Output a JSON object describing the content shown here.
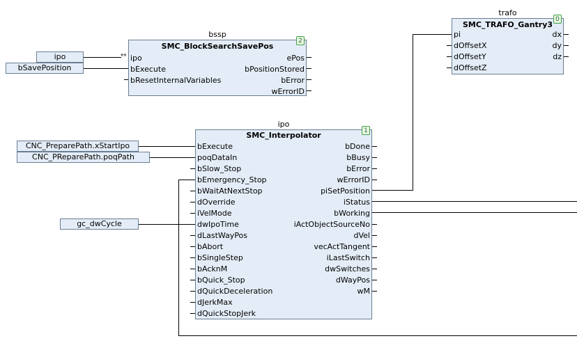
{
  "blocks": {
    "bssp": {
      "instance": "bssp",
      "type": "SMC_BlockSearchSavePos",
      "order": "2",
      "inputs": [
        "ipo",
        "bExecute",
        "bResetInternalVariables"
      ],
      "outputs": [
        "ePos",
        "bPositionStored",
        "bError",
        "wErrorID"
      ]
    },
    "trafo": {
      "instance": "trafo",
      "type": "SMC_TRAFO_Gantry3",
      "order": "0",
      "inputs": [
        "pi",
        "dOffsetX",
        "dOffsetY",
        "dOffsetZ"
      ],
      "outputs": [
        "dx",
        "dy",
        "dz"
      ]
    },
    "ipo": {
      "instance": "ipo",
      "type": "SMC_Interpolator",
      "order": "1",
      "inputs": [
        "bExecute",
        "poqDataIn",
        "bSlow_Stop",
        "bEmergency_Stop",
        "bWaitAtNextStop",
        "dOverride",
        "iVelMode",
        "dwIpoTime",
        "dLastWayPos",
        "bAbort",
        "bSingleStep",
        "bAcknM",
        "bQuick_Stop",
        "dQuickDeceleration",
        "dJerkMax",
        "dQuickStopJerk"
      ],
      "outputs": [
        "bDone",
        "bBusy",
        "bError",
        "wErrorID",
        "piSetPosition",
        "iStatus",
        "bWorking",
        "iActObjectSourceNo",
        "dVel",
        "vecActTangent",
        "iLastSwitch",
        "dwSwitches",
        "dWayPos",
        "wM"
      ]
    }
  },
  "variables": {
    "ipo_ref": "ipo",
    "save_position": "bSavePosition",
    "prepare_start": "CNC_PreparePath.xStartIpo",
    "prepare_path": "CNC_PReparePath.poqPath",
    "cycle": "gc_dwCycle"
  },
  "colors": {
    "block_fill": "#e4edf7",
    "block_border": "#6a7d92",
    "badge_border": "#44a046",
    "wire": "#000000"
  }
}
